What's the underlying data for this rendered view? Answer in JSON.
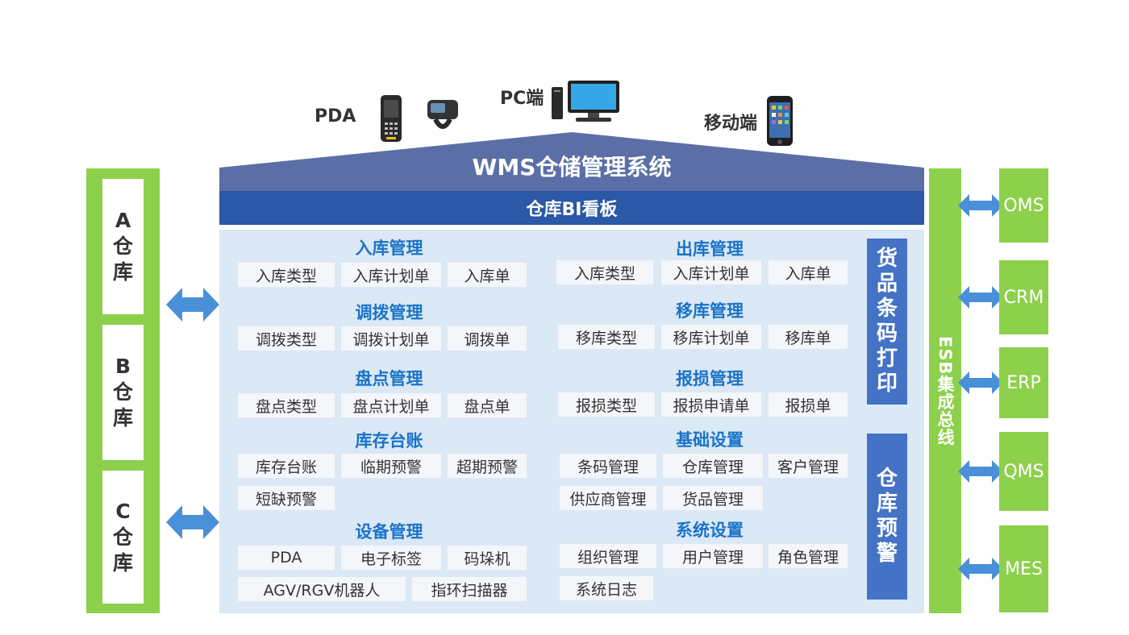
{
  "devices": {
    "pda_label": "PDA",
    "pc_label": "PC端",
    "mobile_label": "移动端"
  },
  "header": {
    "title": "WMS仓储管理系统",
    "bi_board": "仓库BI看板"
  },
  "warehouses": [
    {
      "line1": "A",
      "line2": "仓",
      "line3": "库"
    },
    {
      "line1": "B",
      "line2": "仓",
      "line3": "库"
    },
    {
      "line1": "C",
      "line2": "仓",
      "line3": "库"
    }
  ],
  "modules": {
    "inbound": {
      "title": "入库管理",
      "items": [
        "入库类型",
        "入库计划单",
        "入库单"
      ]
    },
    "outbound": {
      "title": "出库管理",
      "items": [
        "入库类型",
        "入库计划单",
        "入库单"
      ]
    },
    "transfer": {
      "title": "调拨管理",
      "items": [
        "调拨类型",
        "调拨计划单",
        "调拨单"
      ]
    },
    "relocation": {
      "title": "移库管理",
      "items": [
        "移库类型",
        "移库计划单",
        "移库单"
      ]
    },
    "stocktake": {
      "title": "盘点管理",
      "items": [
        "盘点类型",
        "盘点计划单",
        "盘点单"
      ]
    },
    "damage": {
      "title": "报损管理",
      "items": [
        "报损类型",
        "报损申请单",
        "报损单"
      ]
    },
    "ledger": {
      "title": "库存台账",
      "items": [
        "库存台账",
        "临期预警",
        "超期预警",
        "短缺预警"
      ]
    },
    "basic": {
      "title": "基础设置",
      "items": [
        "条码管理",
        "仓库管理",
        "客户管理",
        "供应商管理",
        "货品管理"
      ]
    },
    "equipment": {
      "title": "设备管理",
      "items": [
        "PDA",
        "电子标签",
        "码垛机",
        "AGV/RGV机器人",
        "指环扫描器"
      ]
    },
    "system": {
      "title": "系统设置",
      "items": [
        "组织管理",
        "用户管理",
        "角色管理",
        "系统日志"
      ]
    }
  },
  "side_boxes": {
    "barcode_print": [
      "货",
      "品",
      "条",
      "码",
      "打",
      "印"
    ],
    "warehouse_alert": [
      "仓",
      "库",
      "预",
      "警"
    ]
  },
  "esb": {
    "label": "ESB集成总线"
  },
  "systems": [
    "OMS",
    "CRM",
    "ERP",
    "QMS",
    "MES"
  ],
  "colors": {
    "green": "#8dd04c",
    "roof": "#5b6fa6",
    "bi_bar": "#2b58a7",
    "panel": "#dbe8f5",
    "section_title": "#1a73c8",
    "side_box": "#4472c4",
    "arrow": "#4a90d9"
  }
}
